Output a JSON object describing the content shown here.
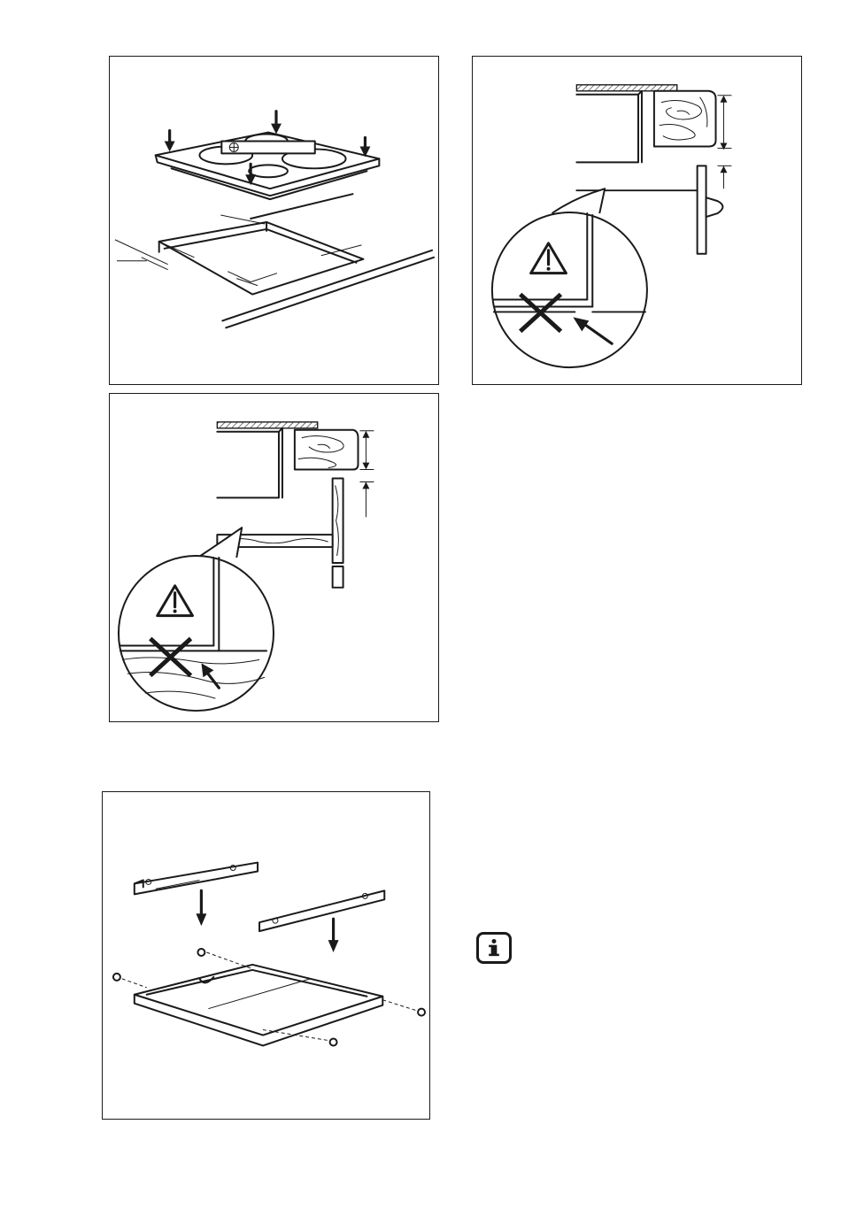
{
  "figures": [
    {
      "id": "hob-insertion",
      "icons": [
        "arrow-down-icon",
        "spirit-level-icon",
        "dimension-arrow-icon"
      ]
    },
    {
      "id": "installation-above-oven-drawer",
      "icons": [
        "warning-triangle-icon",
        "cross-icon",
        "pointer-arrow-icon"
      ]
    },
    {
      "id": "installation-above-shelf",
      "icons": [
        "warning-triangle-icon",
        "cross-icon",
        "pointer-arrow-icon"
      ]
    },
    {
      "id": "protection-box-assembly",
      "icons": [
        "arrow-down-icon",
        "screw-icon"
      ]
    }
  ],
  "info_icon": {
    "name": "information-icon"
  },
  "colors": {
    "line": "#1a1a1a",
    "background": "#ffffff"
  }
}
